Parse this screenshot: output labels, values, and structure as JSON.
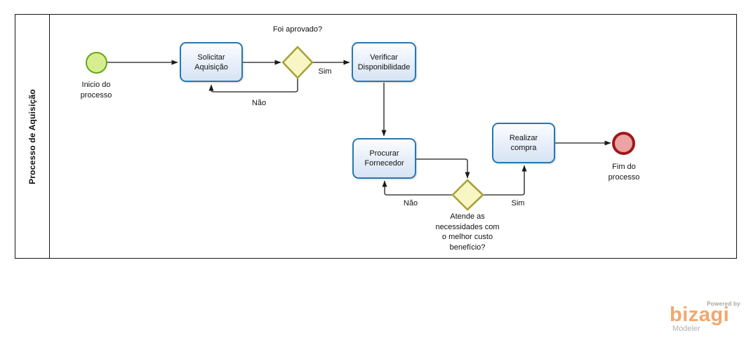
{
  "pool": {
    "label": "Processo de Aquisição"
  },
  "events": {
    "start": {
      "label": "Inicio do\nprocesso"
    },
    "end": {
      "label": "Fim do\nprocesso"
    }
  },
  "tasks": {
    "solicitar": {
      "label": "Solicitar\nAquisição"
    },
    "verificar": {
      "label": "Verificar\nDisponibilidade"
    },
    "procurar": {
      "label": "Procurar\nFornecedor"
    },
    "realizar": {
      "label": "Realizar\ncompra"
    }
  },
  "gateways": {
    "aprovado": {
      "question": "Foi aprovado?",
      "yes": "Sim",
      "no": "Não"
    },
    "atende": {
      "question": "Atende as\nnecessidades com\no melhor custo\nbenefício?",
      "yes": "Sim",
      "no": "Não"
    }
  },
  "colors": {
    "task_border": "#2678b5",
    "task_fill": "#d7e4f4",
    "gateway_fill": "#f9f6c5",
    "gateway_border": "#a8a23a",
    "start_fill": "#d6ee90",
    "start_border": "#65a812",
    "end_fill": "#eba3a3",
    "end_border": "#9e1a1a",
    "flow_line": "#1a1a1a",
    "logo_orange": "#f3a76d"
  },
  "branding": {
    "powered_by": "Powered by",
    "brand": "bizagi",
    "product": "Modeler"
  }
}
